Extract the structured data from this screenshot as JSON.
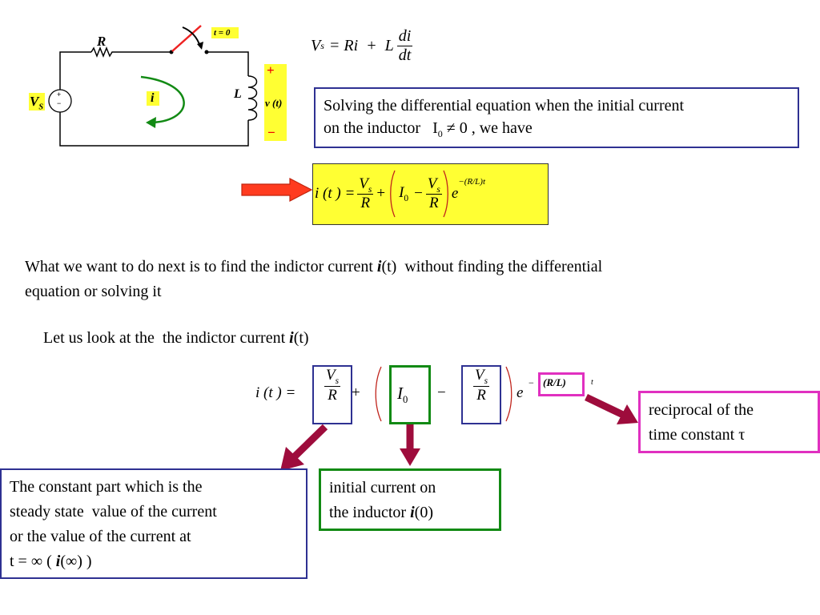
{
  "circuit": {
    "resistor_label": "R",
    "switch_label": "t = 0",
    "source_label": "V",
    "source_sub": "S",
    "source_plus": "+",
    "source_minus": "−",
    "current_label": "i",
    "inductor_label": "L",
    "v_plus": "+",
    "v_label": "v (t)",
    "v_minus": "−"
  },
  "equation_top": {
    "V": "V",
    "Vsub": "s",
    "eq": "= Ri  +  L",
    "num": "di",
    "den": "dt"
  },
  "solving_box": {
    "line1": "Solving the differential equation when the initial current",
    "line2a": "on the inductor   I",
    "line2sub": "0",
    "line2b": " ≠ 0 , we have"
  },
  "solution": {
    "lhs": "i (t ) =",
    "V": "V",
    "Vsub": "s",
    "R": "R",
    "plus": "+",
    "I": "I",
    "Isub": "0",
    "minus": "−",
    "e": "e",
    "exp": "−(R/L)t"
  },
  "para1": {
    "text_a": "What we want to do next is to find the indictor current ",
    "i": "i",
    "text_b": "(t)  without finding the differential",
    "line2": "equation or solving it"
  },
  "para2": {
    "text_a": "Let us look at the  the indictor current ",
    "i": "i",
    "text_b": "(t)"
  },
  "eq2": {
    "lhs": "i (t ) =",
    "V": "V",
    "Vsub": "s",
    "R": "R",
    "plus": "+",
    "I": "I",
    "Isub": "0",
    "minus": "−",
    "e": "e",
    "eminus": "−",
    "RL": "(R/L)",
    "t": "t"
  },
  "callouts": {
    "steady": {
      "line1": "The constant part which is the",
      "line2": "steady state  value of the current",
      "line3": "or the value of the current at",
      "line4a": "t = ∞ ( ",
      "line4i": "i",
      "line4b": "(∞) )"
    },
    "initial": {
      "line1": "initial current on",
      "line2a": "the inductor ",
      "line2i": "i",
      "line2b": "(0)"
    },
    "recip": {
      "line1": "reciprocal of the",
      "line2": "time constant τ"
    }
  },
  "colors": {
    "blue_box": "#2e3192",
    "green_box": "#128a14",
    "magenta_box": "#e030c0",
    "arrow": "#9e0c3c",
    "red_arrow": "#ff3b1f",
    "yellow": "#ffff33"
  }
}
